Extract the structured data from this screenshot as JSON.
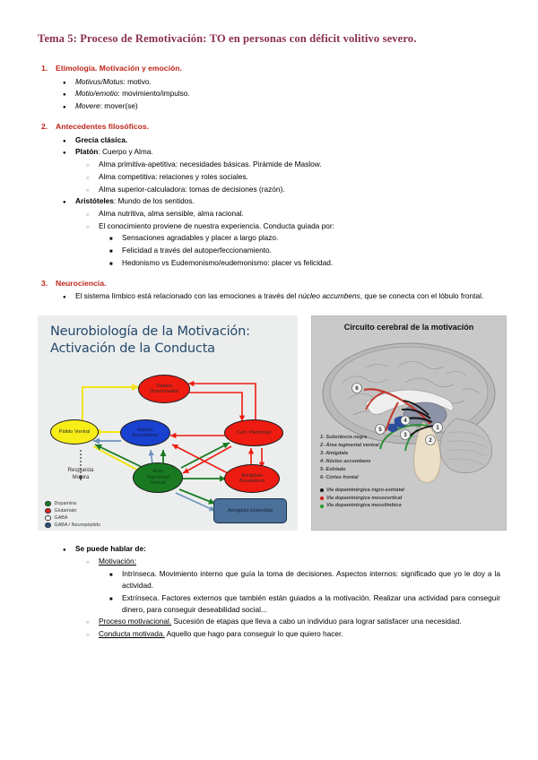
{
  "document": {
    "title": "Tema 5: Proceso de Remotivación: TO en personas con déficit volitivo severo.",
    "title_color": "#8c2f52",
    "heading_color": "#c0261b"
  },
  "sections": [
    {
      "number": "1.",
      "title": "Etimología. Motivación y emoción.",
      "items": [
        {
          "marker": "disc",
          "italic_lead": "Motivus/Motus",
          "rest": ": motivo."
        },
        {
          "marker": "disc",
          "italic_lead": "Motio/emotio",
          "rest": ": movimiento/impulso."
        },
        {
          "marker": "disc",
          "italic_lead": "Movere",
          "rest": ": mover(se)"
        }
      ]
    },
    {
      "number": "2.",
      "title": "Antecedentes filosóficos.",
      "items": [
        {
          "marker": "disc",
          "bold_lead": "Grecia clásica.",
          "rest": ""
        },
        {
          "marker": "disc",
          "bold_lead": "Platón",
          "rest": ": Cuerpo y Alma."
        },
        {
          "marker": "circle",
          "text": "Alma primitiva-apetitiva: necesidades básicas. Pirámide de Maslow."
        },
        {
          "marker": "circle",
          "text": "Alma competitiva: relaciones y roles sociales."
        },
        {
          "marker": "circle",
          "text": "Alma superior-calculadora: tomas de decisiones (razón)."
        },
        {
          "marker": "disc",
          "bold_lead": "Aristóteles",
          "rest": ": Mundo de los sentidos."
        },
        {
          "marker": "circle",
          "text": "Alma nutritiva, alma sensible, alma racional."
        },
        {
          "marker": "circle",
          "text": "El conocimiento proviene de nuestra experiencia. Conducta guiada por:"
        },
        {
          "marker": "square",
          "text": "Sensaciones agradables y placer a largo plazo."
        },
        {
          "marker": "square",
          "text": "Felicidad a través del autoperfeccionamiento."
        },
        {
          "marker": "square",
          "text": "Hedonismo vs Eudemonismo/eudemonismo: placer vs felicidad."
        }
      ]
    },
    {
      "number": "3.",
      "title": "Neurociencia.",
      "items": [
        {
          "marker": "disc",
          "pre": "El sistema límbico está relacionado con las emociones a través del ",
          "italic": "núcleo accumbens",
          "post": ", que se conecta con el lóbulo frontal."
        }
      ]
    }
  ],
  "figures": {
    "left": {
      "title_line1": "Neurobiología de la Motivación:",
      "title_line2": "Activación de la Conducta",
      "title_color": "#23486b",
      "background": "#eceeee",
      "nodes": [
        {
          "label": "Tálamo\nDorsomedial",
          "color": "#ee1c10",
          "shape": "ellipse"
        },
        {
          "label": "Pálido Ventral",
          "color": "#f7ee18",
          "shape": "ellipse"
        },
        {
          "label": "Núcleo\nAccumbens",
          "color": "#1942d0",
          "shape": "ellipse"
        },
        {
          "label": "Cort. Prefrontal",
          "color": "#ee1c10",
          "shape": "ellipse"
        },
        {
          "label": "Área\nTegmental\nVentral",
          "color": "#1a7a22",
          "shape": "ellipse"
        },
        {
          "label": "Amígdala\nBasolateral",
          "color": "#ee1c10",
          "shape": "ellipse"
        },
        {
          "label": "Amígdala Extendida",
          "color": "#4b7099",
          "shape": "box"
        }
      ],
      "output_label": "Respuesta\nMotora",
      "legend": [
        {
          "label": "Dopamina",
          "color": "#12801c"
        },
        {
          "label": "Glutamato",
          "color": "#e2231a"
        },
        {
          "label": "GABA",
          "color": "#ffffff"
        },
        {
          "label": "GABA / Neuropéptido",
          "color": "#2a4e86"
        }
      ]
    },
    "right": {
      "title": "Circuito cerebral de la motivación",
      "background": "#c9c9c9",
      "numbered_labels": [
        "1- Substância negra",
        "2- Área tegmental ventral",
        "3- Amígdala",
        "4- Núcleo accumbens",
        "5- Estriado",
        "6- Córtex frontal"
      ],
      "pathways": [
        {
          "label": "Via dopaminérgica nigro-estriatal",
          "color": "#111111"
        },
        {
          "label": "Via dopaminérgica mesocortical",
          "color": "#d01b12"
        },
        {
          "label": "Via dopaminérgica mesolímbica",
          "color": "#1f9c2a"
        }
      ]
    }
  },
  "bottom": {
    "lead": "Se puede hablar de:",
    "items": [
      {
        "marker": "circle",
        "underline": "Motivación:",
        "rest": ""
      },
      {
        "marker": "square",
        "text": "Intrínseca. Movimiento interno que guía la toma de decisiones. Aspectos internos: significado que yo le doy a la actividad."
      },
      {
        "marker": "square",
        "text": "Extrínseca. Factores externos que también están guiados a la motivación. Realizar una actividad para conseguir dinero, para conseguir deseabilidad social..."
      },
      {
        "marker": "circle",
        "underline": "Proceso motivacional.",
        "rest": " Sucesión de etapas que lleva a cabo un individuo para lograr satisfacer una necesidad."
      },
      {
        "marker": "circle",
        "underline": "Conducta motivada.",
        "rest": " Aquello que hago para conseguir lo que quiero hacer."
      }
    ]
  }
}
